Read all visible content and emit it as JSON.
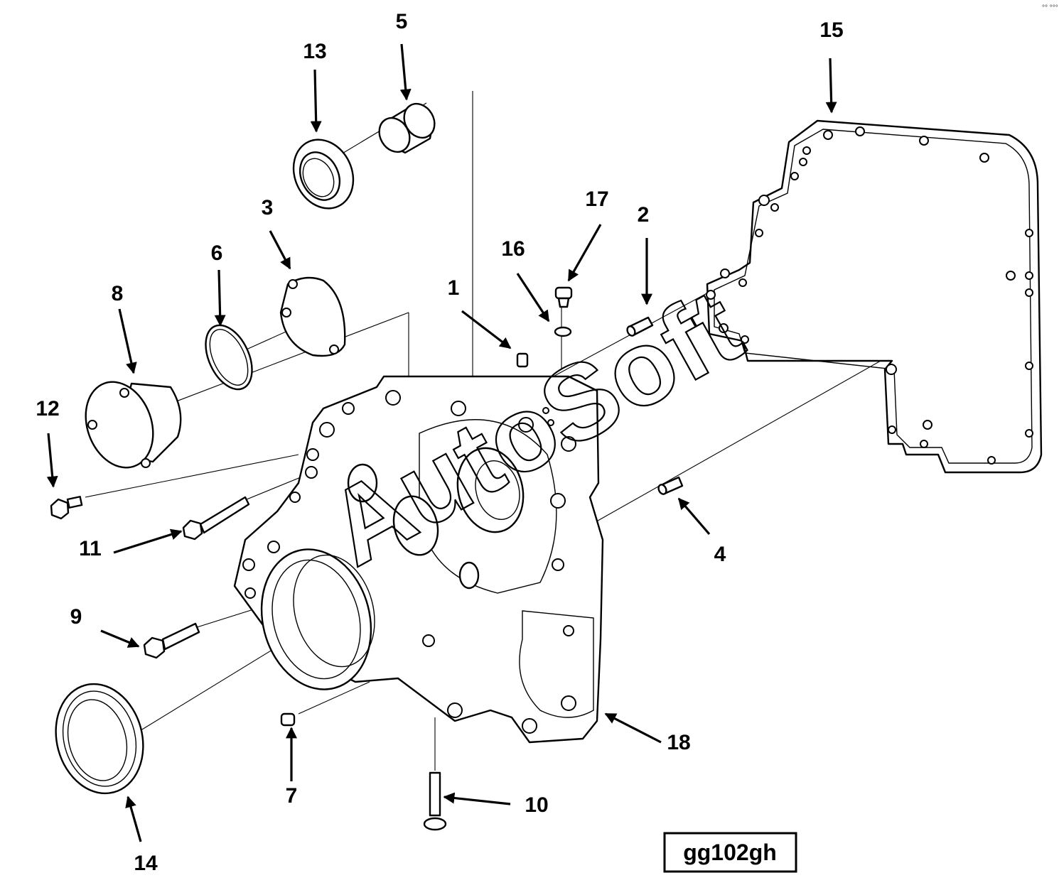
{
  "reference_code": "gg102gh",
  "watermark": "AutoSoft",
  "corner_mark": "°° °°°",
  "callouts": [
    "1",
    "2",
    "3",
    "4",
    "5",
    "6",
    "7",
    "8",
    "9",
    "10",
    "11",
    "12",
    "13",
    "14",
    "15",
    "16",
    "17",
    "18"
  ]
}
